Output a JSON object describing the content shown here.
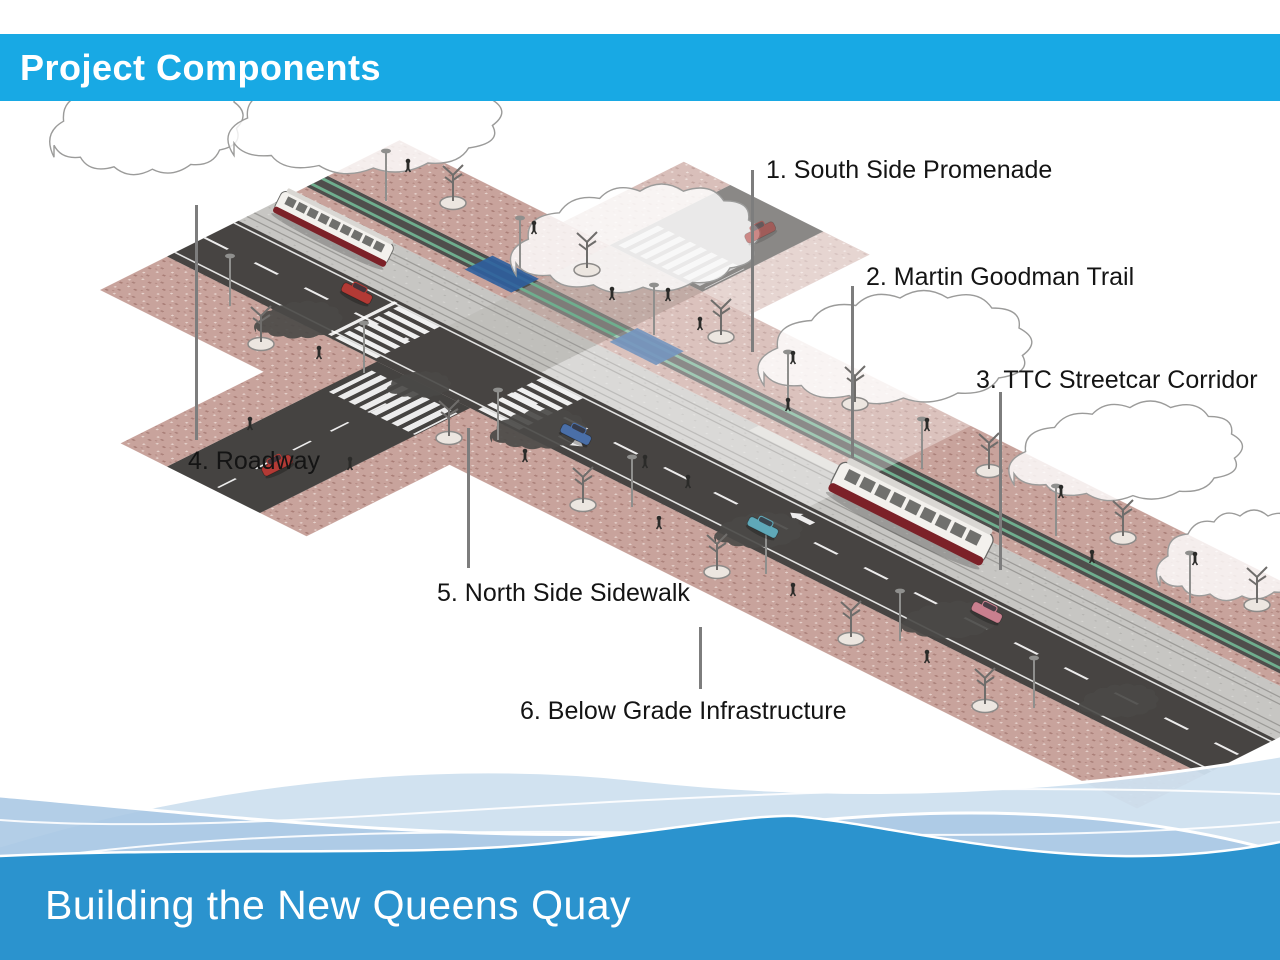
{
  "header": {
    "title": "Project Components"
  },
  "footer": {
    "title": "Building the New Queens Quay"
  },
  "diagram": {
    "labels": [
      {
        "num": "1",
        "text": "1. South Side Promenade"
      },
      {
        "num": "2",
        "text": "2. Martin Goodman Trail"
      },
      {
        "num": "3",
        "text": "3. TTC Streetcar Corridor"
      },
      {
        "num": "4",
        "text": "4. Roadway"
      },
      {
        "num": "5",
        "text": "5. North Side Sidewalk"
      },
      {
        "num": "6",
        "text": "6. Below Grade Infrastructure"
      }
    ]
  },
  "colors": {
    "header_bar_blue": "#18a9e4",
    "footer_blue": "#2b93ce",
    "wave_light_blue": "#cfe0ef",
    "wave_mid_blue": "#a9c7e4",
    "paving_pink": "#c8a39c",
    "roadway_asphalt": "#474442",
    "streetcar_corridor_gray": "#c7c6c3",
    "trail_green": "#6fae8e",
    "streetcar_maroon": "#7c2128",
    "leader_line_gray": "#7d7d7d"
  }
}
